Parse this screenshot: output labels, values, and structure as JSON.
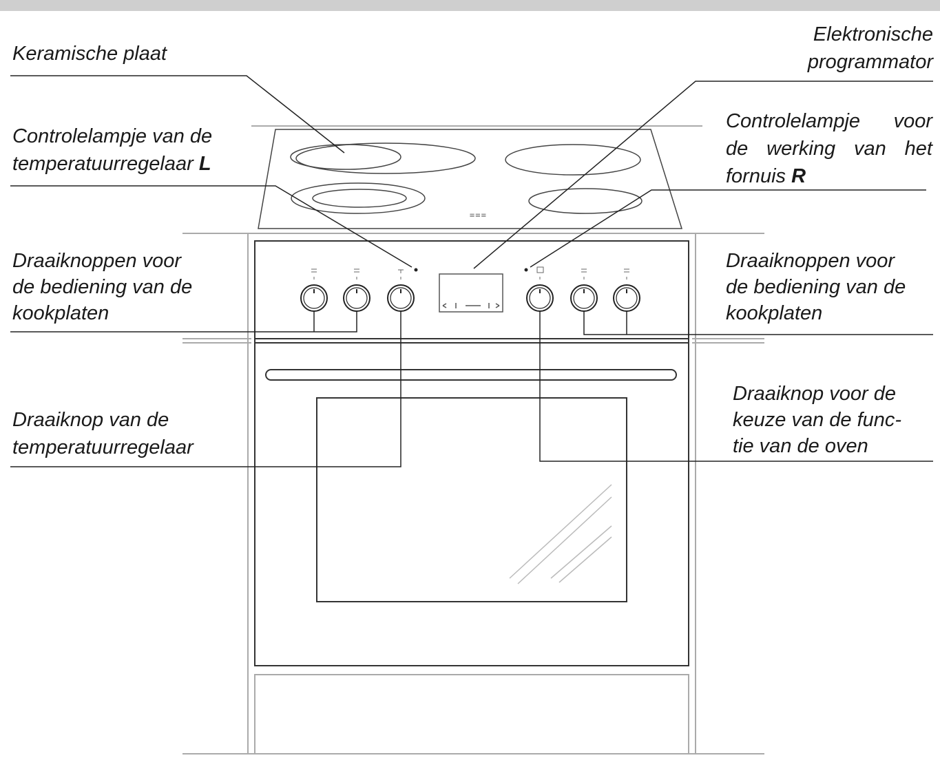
{
  "labels": {
    "keramische_plaat": "Keramische plaat",
    "programmator": {
      "line1": "Elektronische",
      "line2": "programmator"
    },
    "lampje_l": {
      "line1": "Controlelampje van de",
      "line2": "temperatuurregelaar",
      "mark": "L"
    },
    "lampje_r": {
      "line1": [
        "Controlelampje",
        "voor"
      ],
      "line2": [
        "de",
        "werking",
        "van",
        "het"
      ],
      "line3": "fornuis",
      "mark": "R"
    },
    "knoppen_links": {
      "line1": "Draaiknoppen voor",
      "line2": "de bediening van de",
      "line3": "kookplaten"
    },
    "knoppen_rechts": {
      "line1": "Draaiknoppen voor",
      "line2": "de bediening van de",
      "line3": "kookplaten"
    },
    "knop_temp": {
      "line1": "Draaiknop van de",
      "line2": "temperatuurregelaar"
    },
    "knop_functie": {
      "line1": "Draaiknop voor de",
      "line2": "keuze van de func-",
      "line3": "tie van de oven"
    }
  },
  "hob_marking": "≡≡≡"
}
